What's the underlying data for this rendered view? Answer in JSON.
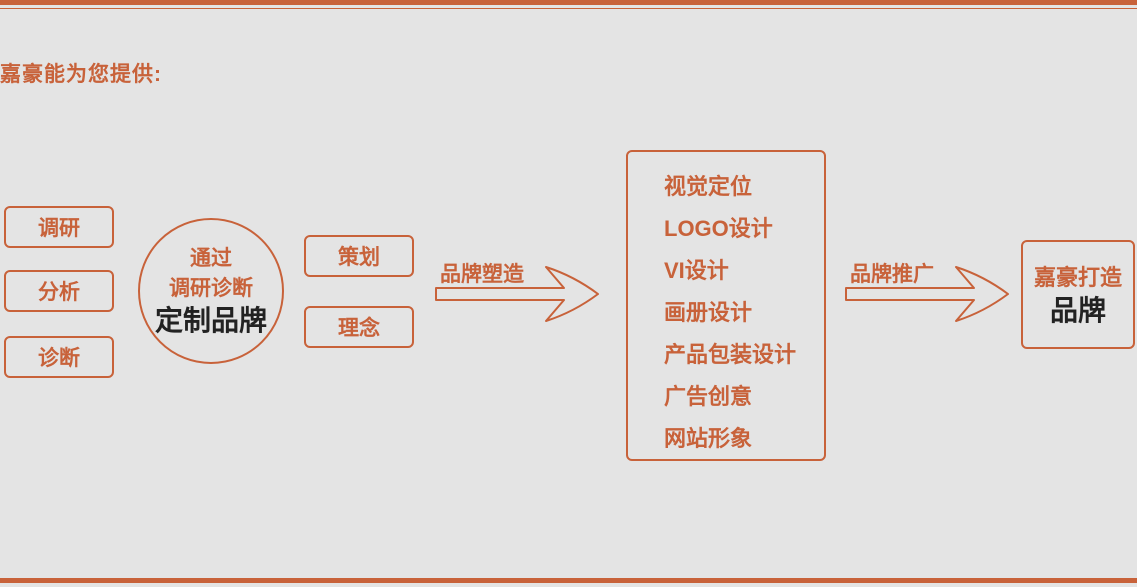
{
  "heading": "嘉豪能为您提供:",
  "research_items": [
    "调研",
    "分析",
    "诊断"
  ],
  "circle": {
    "line1": "通过",
    "line2": "调研诊断",
    "line3": "定制品牌"
  },
  "planning_items": [
    "策划",
    "理念"
  ],
  "arrow1_label": "品牌塑造",
  "services": [
    "视觉定位",
    "LOGO设计",
    "VI设计",
    "画册设计",
    "产品包装设计",
    "广告创意",
    "网站形象"
  ],
  "arrow2_label": "品牌推广",
  "result": {
    "line1": "嘉豪打造",
    "line2": "品牌"
  },
  "colors": {
    "accent": "#c8623a",
    "background": "#e4e4e4",
    "dark_text": "#222222"
  }
}
